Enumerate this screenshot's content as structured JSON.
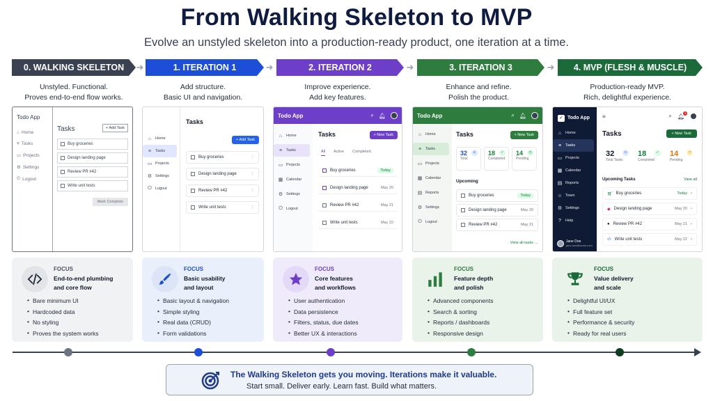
{
  "title": "From Walking Skeleton to MVP",
  "subtitle": "Evolve an unstyled skeleton into a production-ready product, one iteration at a time.",
  "colors": {
    "stage0": "#3a4150",
    "stage1": "#1d4ed8",
    "stage2": "#6d3fc8",
    "stage3": "#2e7d3e",
    "stage4": "#1b6b3a",
    "mvp_sidebar": "#0f1b35"
  },
  "stages": [
    {
      "label": "0. WALKING SKELETON",
      "desc1": "Unstyled. Functional.",
      "desc2": "Proves end-to-end flow works."
    },
    {
      "label": "1. ITERATION 1",
      "desc1": "Add structure.",
      "desc2": "Basic UI and navigation."
    },
    {
      "label": "2. ITERATION 2",
      "desc1": "Improve experience.",
      "desc2": "Add key features."
    },
    {
      "label": "3. ITERATION 3",
      "desc1": "Enhance and refine.",
      "desc2": "Polish the product."
    },
    {
      "label": "4. MVP (FLESH & MUSCLE)",
      "desc1": "Production-ready MVP.",
      "desc2": "Rich, delightful experience."
    }
  ],
  "mock": {
    "app_title": "Todo App",
    "tasks_heading": "Tasks",
    "add_task": "+ Add Task",
    "add_task_short": "+ Add Task",
    "new_task": "+ New Task",
    "mark_complete": "Mark Complete",
    "nav_s0": [
      "Home",
      "Tasks",
      "Projects",
      "Settings",
      "Logout"
    ],
    "nav_s1": [
      "Home",
      "Tasks",
      "Projects",
      "Settings",
      "Logout"
    ],
    "nav_s2": [
      "Home",
      "Tasks",
      "Projects",
      "Calendar",
      "Settings",
      "Logout"
    ],
    "nav_s3": [
      "Home",
      "Tasks",
      "Projects",
      "Calendar",
      "Reports",
      "Settings",
      "Logout"
    ],
    "nav_s4": [
      "Home",
      "Tasks",
      "Projects",
      "Calendar",
      "Reports",
      "Team",
      "Settings",
      "Help"
    ],
    "tasks": [
      "Buy groceries",
      "Design landing page",
      "Review PR #42",
      "Write unit tests"
    ],
    "tabs": [
      "All",
      "Active",
      "Completed"
    ],
    "dates": [
      "Today",
      "May 20",
      "May 21",
      "May 22"
    ],
    "upcoming": "Upcoming",
    "upcoming_tasks": "Upcoming Tasks",
    "view_all": "View all",
    "view_all_tasks": "View all tasks →",
    "stats3": [
      {
        "n": "32",
        "l": "Total"
      },
      {
        "n": "18",
        "l": "Completed"
      },
      {
        "n": "14",
        "l": "Pending"
      }
    ],
    "stats4": [
      {
        "n": "32",
        "l": "Total Tasks"
      },
      {
        "n": "18",
        "l": "Completed"
      },
      {
        "n": "14",
        "l": "Pending"
      }
    ],
    "user_name": "Jane Doe",
    "user_email": "jane.doe@acme.com",
    "badge_count": "3"
  },
  "cards": [
    {
      "label": "FOCUS",
      "title1": "End-to-end plumbing",
      "title2": "and core flow",
      "icon": "code-icon",
      "bullets": [
        "Bare minimum UI",
        "Hardcoded data",
        "No styling",
        "Proves the system works"
      ]
    },
    {
      "label": "FOCUS",
      "title1": "Basic usability",
      "title2": "and layout",
      "icon": "paintbrush-icon",
      "bullets": [
        "Basic layout & navigation",
        "Simple styling",
        "Real data (CRUD)",
        "Form validations"
      ]
    },
    {
      "label": "FOCUS",
      "title1": "Core features",
      "title2": "and workflows",
      "icon": "star-icon",
      "bullets": [
        "User authentication",
        "Data persistence",
        "Filters, status, due dates",
        "Better UX & interactions"
      ]
    },
    {
      "label": "FOCUS",
      "title1": "Feature depth",
      "title2": "and polish",
      "icon": "bar-chart-icon",
      "bullets": [
        "Advanced components",
        "Search & sorting",
        "Reports / dashboards",
        "Responsive design"
      ]
    },
    {
      "label": "FOCUS",
      "title1": "Value delivery",
      "title2": "and scale",
      "icon": "trophy-icon",
      "bullets": [
        "Delightful UI/UX",
        "Full feature set",
        "Performance & security",
        "Ready for real users"
      ]
    }
  ],
  "footer": {
    "line1": "The Walking Skeleton gets you moving. Iterations make it valuable.",
    "line2": "Start small. Deliver early. Learn fast. Build what matters.",
    "icon": "target-icon"
  }
}
